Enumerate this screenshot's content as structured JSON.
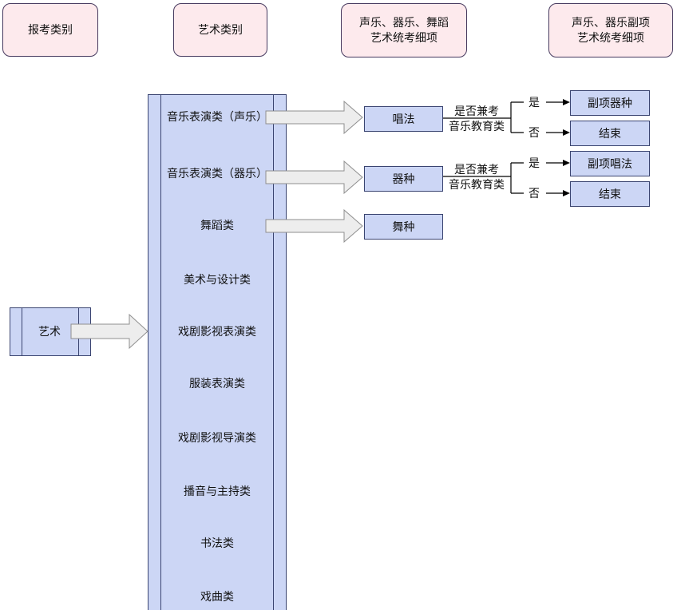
{
  "headers": {
    "application_category": "报考类别",
    "art_category": "艺术类别",
    "main_exam_details": "声乐、器乐、舞蹈\n艺术统考细项",
    "secondary_exam_details": "声乐、器乐副项\n艺术统考细项"
  },
  "root": {
    "label": "艺术"
  },
  "art_categories": [
    "音乐表演类（声乐）",
    "音乐表演类（器乐）",
    "舞蹈类",
    "美术与设计类",
    "戏剧影视表演类",
    "服装表演类",
    "戏剧影视导演类",
    "播音与主持类",
    "书法类",
    "戏曲类"
  ],
  "branches": {
    "vocal": {
      "detail": "唱法",
      "condition": "是否兼考\n音乐教育类",
      "yes_label": "是",
      "no_label": "否",
      "yes_target": "副项器种",
      "no_target": "结束"
    },
    "instrumental": {
      "detail": "器种",
      "condition": "是否兼考\n音乐教育类",
      "yes_label": "是",
      "no_label": "否",
      "yes_target": "副项唱法",
      "no_target": "结束"
    },
    "dance": {
      "detail": "舞种"
    }
  },
  "colors": {
    "header_fill": "#fdeaed",
    "header_border": "#46395e",
    "node_fill": "#ccd6f5",
    "node_border": "#3a4470",
    "block_arrow_fill": "#ededed",
    "block_arrow_border": "#8f8f8f",
    "connector": "#000000",
    "background": "#ffffff"
  }
}
